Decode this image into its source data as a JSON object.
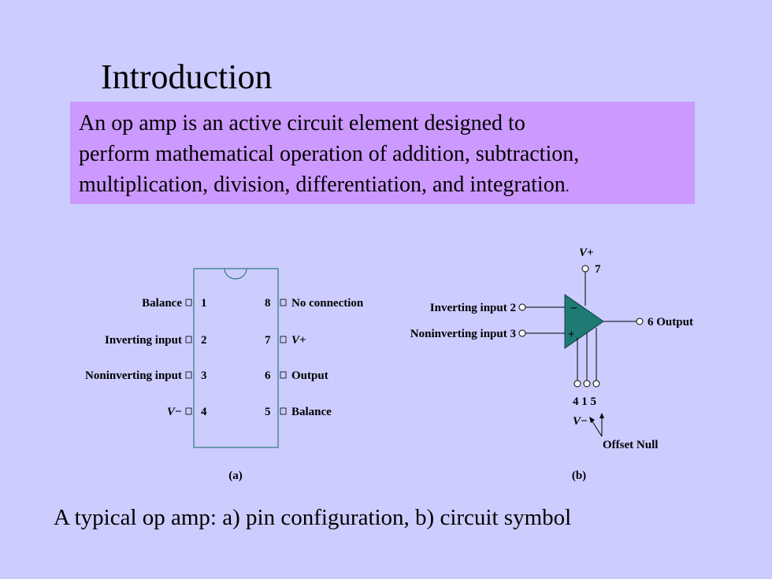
{
  "slide": {
    "title": "Introduction",
    "definition_lines": [
      "An op amp is an active circuit element designed to",
      "perform mathematical  operation of addition, subtraction,",
      "multiplication, division, differentiation, and integration"
    ],
    "definition_end": ".",
    "caption": "A typical op amp:  a) pin configuration,  b) circuit symbol"
  },
  "figure_a": {
    "left_pins": [
      {
        "label": "Balance",
        "number": "1"
      },
      {
        "label": "Inverting input",
        "number": "2"
      },
      {
        "label": "Noninverting input",
        "number": "3"
      },
      {
        "label": "V−",
        "number": "4"
      }
    ],
    "right_pins": [
      {
        "label": "No connection",
        "number": "8"
      },
      {
        "label": "V+",
        "number": "7"
      },
      {
        "label": "Output",
        "number": "6"
      },
      {
        "label": "Balance",
        "number": "5"
      }
    ],
    "sublabel": "(a)"
  },
  "figure_b": {
    "supply_label": "V+",
    "supply_pin": "7",
    "inverting_label": "Inverting input  2",
    "noninverting_label": "Noninverting input  3",
    "output_label": "6  Output",
    "minus_sign": "−",
    "plus_sign": "+",
    "bottom_pins": "4 1 5",
    "vminus_label": "V−",
    "offset_label": "Offset Null",
    "sublabel": "(b)",
    "triangle_color": "#1f7a74"
  }
}
